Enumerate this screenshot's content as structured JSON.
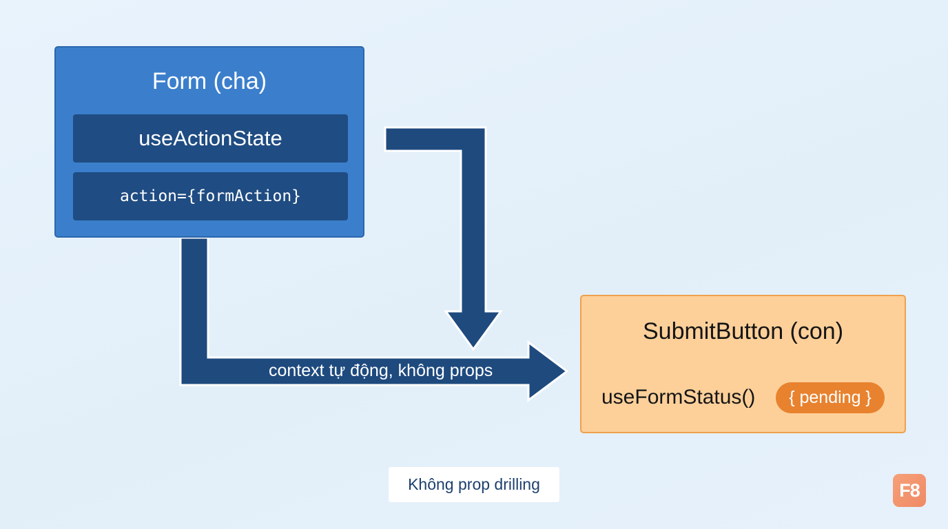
{
  "parent": {
    "title": "Form (cha)",
    "state_hook": "useActionState",
    "action_prop": "action={formAction}"
  },
  "child": {
    "title": "SubmitButton (con)",
    "status_hook": "useFormStatus()",
    "pending_badge": "{ pending }"
  },
  "flow": {
    "context_label": "context tự động, không props"
  },
  "caption": "Không prop drilling",
  "logo": "F8",
  "colors": {
    "parent_box": "#3b7fcc",
    "inner_box": "#1f4c82",
    "arrow": "#1e4a7e",
    "child_box": "#fdd09a",
    "pending_badge": "#e8822f"
  }
}
